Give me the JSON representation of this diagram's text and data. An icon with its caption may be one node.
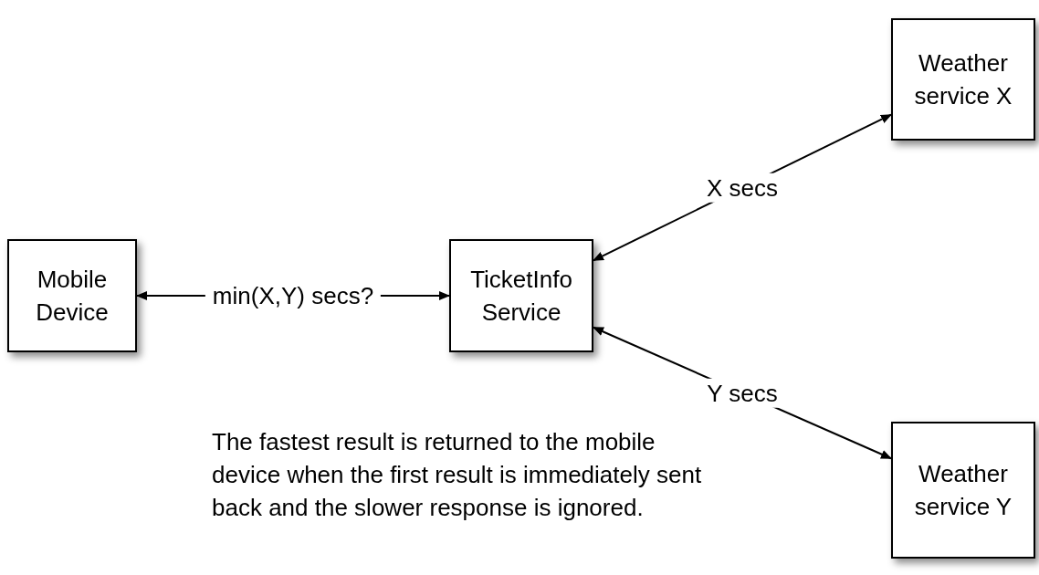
{
  "diagram": {
    "nodes": [
      {
        "text": [
          "Mobile Device"
        ]
      },
      {
        "text": [
          "TicketInfo Service"
        ]
      },
      {
        "text": [
          "Weather service X"
        ]
      },
      {
        "text": [
          "Weather service Y"
        ]
      }
    ],
    "edges": [
      {
        "from": 0,
        "to": 1,
        "arrow": "both",
        "label": "min(X,Y) secs?"
      },
      {
        "from": 1,
        "to": 2,
        "arrow": "both",
        "label": "X secs"
      },
      {
        "from": 1,
        "to": 3,
        "arrow": "both",
        "label": "Y secs"
      }
    ],
    "labels": [
      "The fastest result is returned to the mobile device when the first result is immediately sent back and the slower response is ignored."
    ]
  }
}
